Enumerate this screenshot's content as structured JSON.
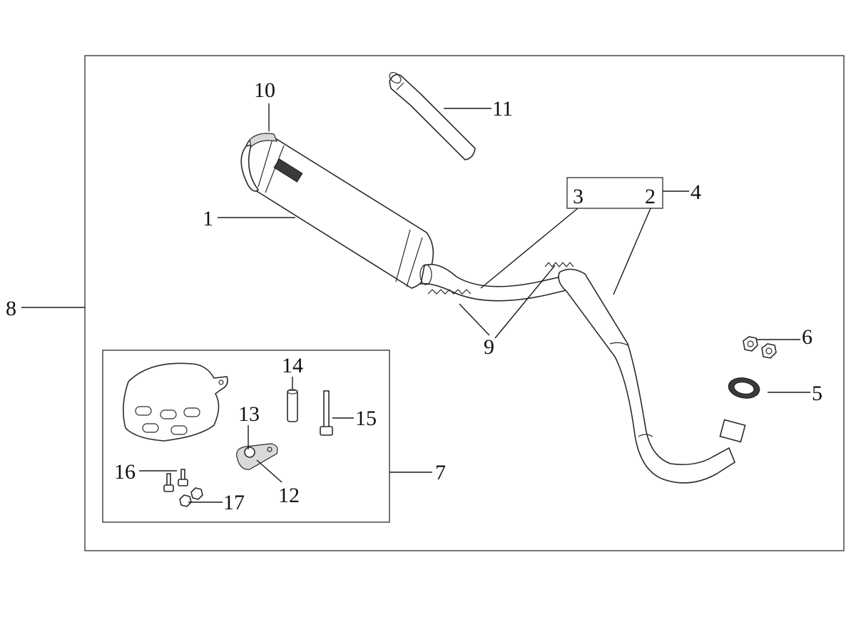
{
  "diagram": {
    "callouts": {
      "c1": "1",
      "c2": "2",
      "c3": "3",
      "c4": "4",
      "c5": "5",
      "c6": "6",
      "c7": "7",
      "c8": "8",
      "c9": "9",
      "c10": "10",
      "c11": "11",
      "c12": "12",
      "c13": "13",
      "c14": "14",
      "c15": "15",
      "c16": "16",
      "c17": "17"
    },
    "colors": {
      "line": "#1a1a1a",
      "part_fill": "#ffffff",
      "shade": "#d9d9d9"
    }
  }
}
